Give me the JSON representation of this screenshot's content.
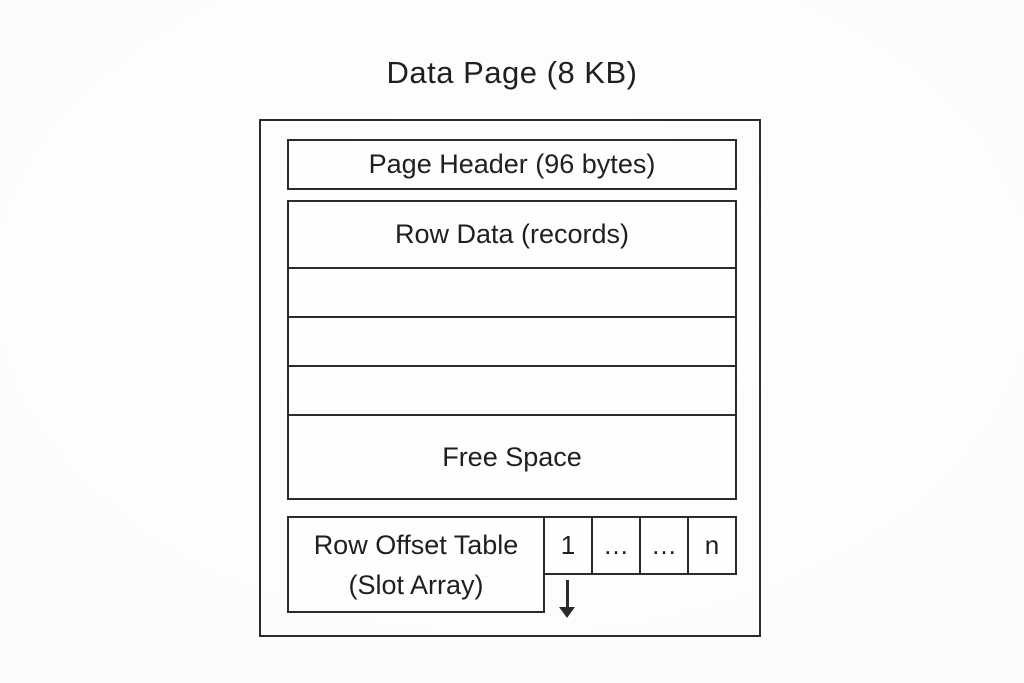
{
  "title": "Data Page (8 KB)",
  "page": {
    "header_label": "Page Header (96 bytes)",
    "row_data_label": "Row Data (records)",
    "empty_row_count": 3,
    "free_space_label": "Free Space",
    "slot_table_line1": "Row Offset Table",
    "slot_table_line2": "(Slot Array)",
    "slots": [
      "1",
      "…",
      "…",
      "n"
    ]
  },
  "colors": {
    "line": "#2b2b2b",
    "text": "#1f1f1f",
    "background": "#fbfbfb",
    "box_fill": "#fefefe"
  }
}
